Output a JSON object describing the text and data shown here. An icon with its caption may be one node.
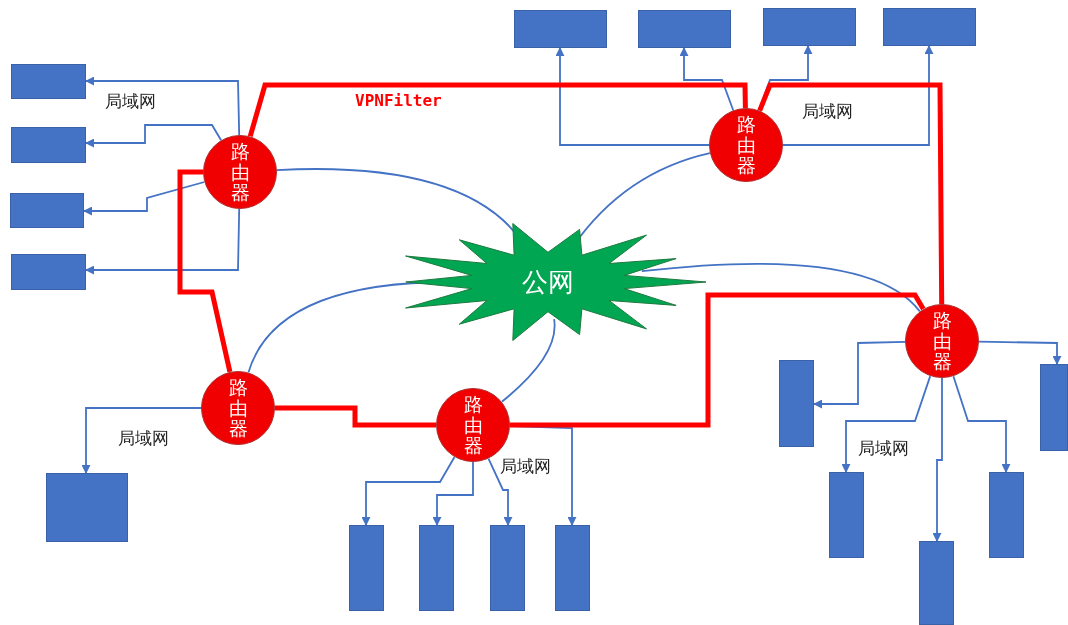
{
  "diagram": {
    "nodes": [
      {
        "text": [
          "公网"
        ]
      },
      {
        "text": [
          "路由器"
        ]
      },
      {
        "text": [
          "路由器"
        ]
      },
      {
        "text": [
          "路由器"
        ]
      },
      {
        "text": [
          "路由器"
        ]
      },
      {
        "text": [
          "路由器"
        ]
      },
      {
        "text": [],
        "shape": "box"
      },
      {
        "text": [],
        "shape": "box"
      },
      {
        "text": [],
        "shape": "box"
      },
      {
        "text": [],
        "shape": "box"
      },
      {
        "text": [],
        "shape": "box"
      },
      {
        "text": [],
        "shape": "box"
      },
      {
        "text": [],
        "shape": "box"
      },
      {
        "text": [],
        "shape": "box"
      },
      {
        "text": [],
        "shape": "box"
      },
      {
        "text": [],
        "shape": "box"
      },
      {
        "text": [],
        "shape": "box"
      },
      {
        "text": [],
        "shape": "box"
      },
      {
        "text": [],
        "shape": "box"
      },
      {
        "text": [],
        "shape": "box"
      },
      {
        "text": [],
        "shape": "box"
      },
      {
        "text": [],
        "shape": "box"
      },
      {
        "text": [],
        "shape": "box"
      },
      {
        "text": [],
        "shape": "box"
      }
    ],
    "edges": [
      {
        "from": 1,
        "to": 10,
        "arrow": "to"
      },
      {
        "from": 1,
        "to": 11,
        "arrow": "to"
      },
      {
        "from": 1,
        "to": 12,
        "arrow": "to"
      },
      {
        "from": 1,
        "to": 13,
        "arrow": "to"
      },
      {
        "from": 2,
        "to": 6,
        "arrow": "to"
      },
      {
        "from": 2,
        "to": 7,
        "arrow": "to"
      },
      {
        "from": 2,
        "to": 8,
        "arrow": "to"
      },
      {
        "from": 2,
        "to": 9,
        "arrow": "to"
      },
      {
        "from": 3,
        "to": 14,
        "arrow": "to"
      },
      {
        "from": 4,
        "to": 15,
        "arrow": "to"
      },
      {
        "from": 4,
        "to": 16,
        "arrow": "to"
      },
      {
        "from": 4,
        "to": 17,
        "arrow": "to"
      },
      {
        "from": 4,
        "to": 18,
        "arrow": "to"
      },
      {
        "from": 5,
        "to": 19,
        "arrow": "to"
      },
      {
        "from": 5,
        "to": 20,
        "arrow": "to"
      },
      {
        "from": 5,
        "to": 21,
        "arrow": "to"
      },
      {
        "from": 5,
        "to": 22,
        "arrow": "to"
      },
      {
        "from": 5,
        "to": 23,
        "arrow": "to"
      },
      {
        "from": 1,
        "to": 0,
        "arrow": "none"
      },
      {
        "from": 2,
        "to": 0,
        "arrow": "none"
      },
      {
        "from": 0,
        "to": 5,
        "arrow": "none"
      },
      {
        "from": 0,
        "to": 3,
        "arrow": "none"
      },
      {
        "from": 0,
        "to": 4,
        "arrow": "none"
      },
      {
        "from": 1,
        "to": 2,
        "arrow": "none",
        "style": "thick",
        "color": "#ff0000"
      },
      {
        "from": 1,
        "to": 3,
        "arrow": "none",
        "style": "thick",
        "color": "#ff0000"
      },
      {
        "from": 2,
        "to": 5,
        "arrow": "none",
        "style": "thick",
        "color": "#ff0000"
      },
      {
        "from": 3,
        "to": 4,
        "arrow": "none",
        "style": "thick",
        "color": "#ff0000"
      },
      {
        "from": 4,
        "to": 5,
        "arrow": "none",
        "style": "thick",
        "color": "#ff0000"
      }
    ],
    "labels": [
      "局域网",
      "VPNFilter",
      "局域网",
      "局域网",
      "局域网",
      "局域网"
    ]
  }
}
